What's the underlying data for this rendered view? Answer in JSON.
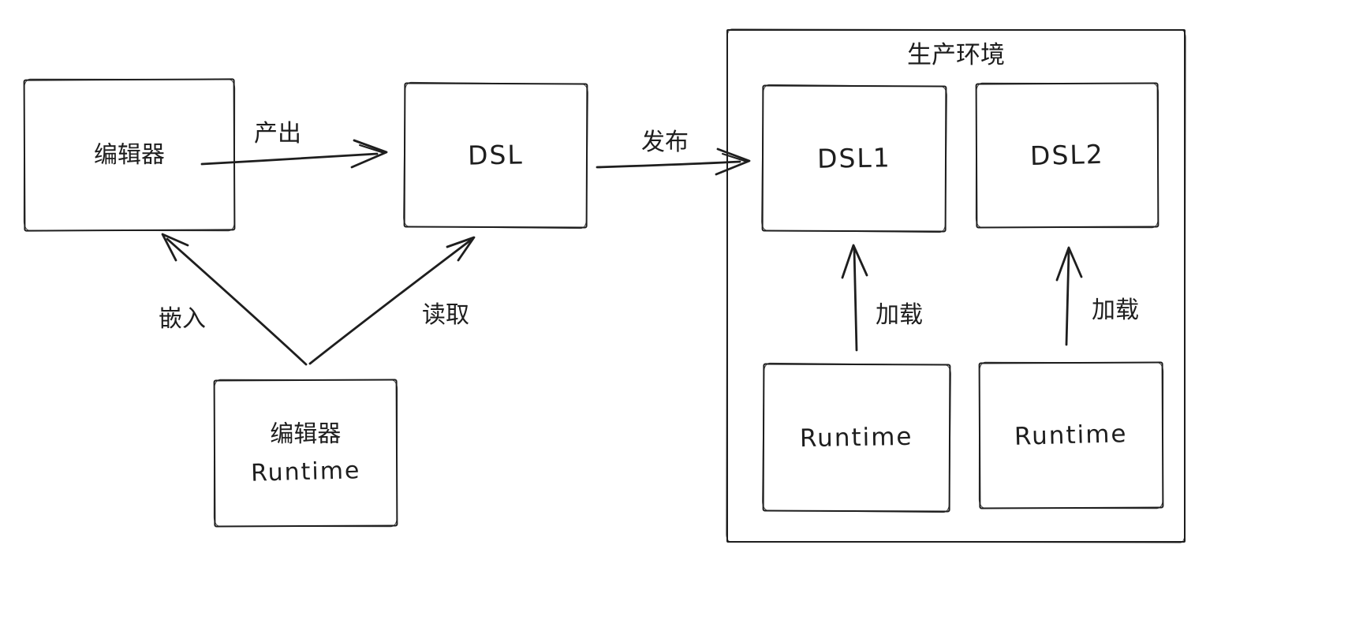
{
  "diagram": {
    "production_title": "生产环境",
    "nodes": {
      "editor": {
        "label": "编辑器"
      },
      "dsl": {
        "label": "DSL"
      },
      "editor_runtime": {
        "line1": "编辑器",
        "line2": "Runtime"
      },
      "dsl1": {
        "label": "DSL1"
      },
      "dsl2": {
        "label": "DSL2"
      },
      "runtime1": {
        "label": "Runtime"
      },
      "runtime2": {
        "label": "Runtime"
      }
    },
    "edges": {
      "produce": {
        "label": "产出",
        "from": "editor",
        "to": "dsl"
      },
      "publish": {
        "label": "发布",
        "from": "dsl",
        "to": "production"
      },
      "embed": {
        "label": "嵌入",
        "from": "editor_runtime",
        "to": "editor"
      },
      "read": {
        "label": "读取",
        "from": "editor_runtime",
        "to": "dsl"
      },
      "load_left": {
        "label": "加载",
        "from": "runtime1",
        "to": "dsl1"
      },
      "load_right": {
        "label": "加载",
        "from": "runtime2",
        "to": "dsl2"
      }
    },
    "colors": {
      "stroke": "#1e1e1e",
      "background": "#ffffff"
    }
  }
}
